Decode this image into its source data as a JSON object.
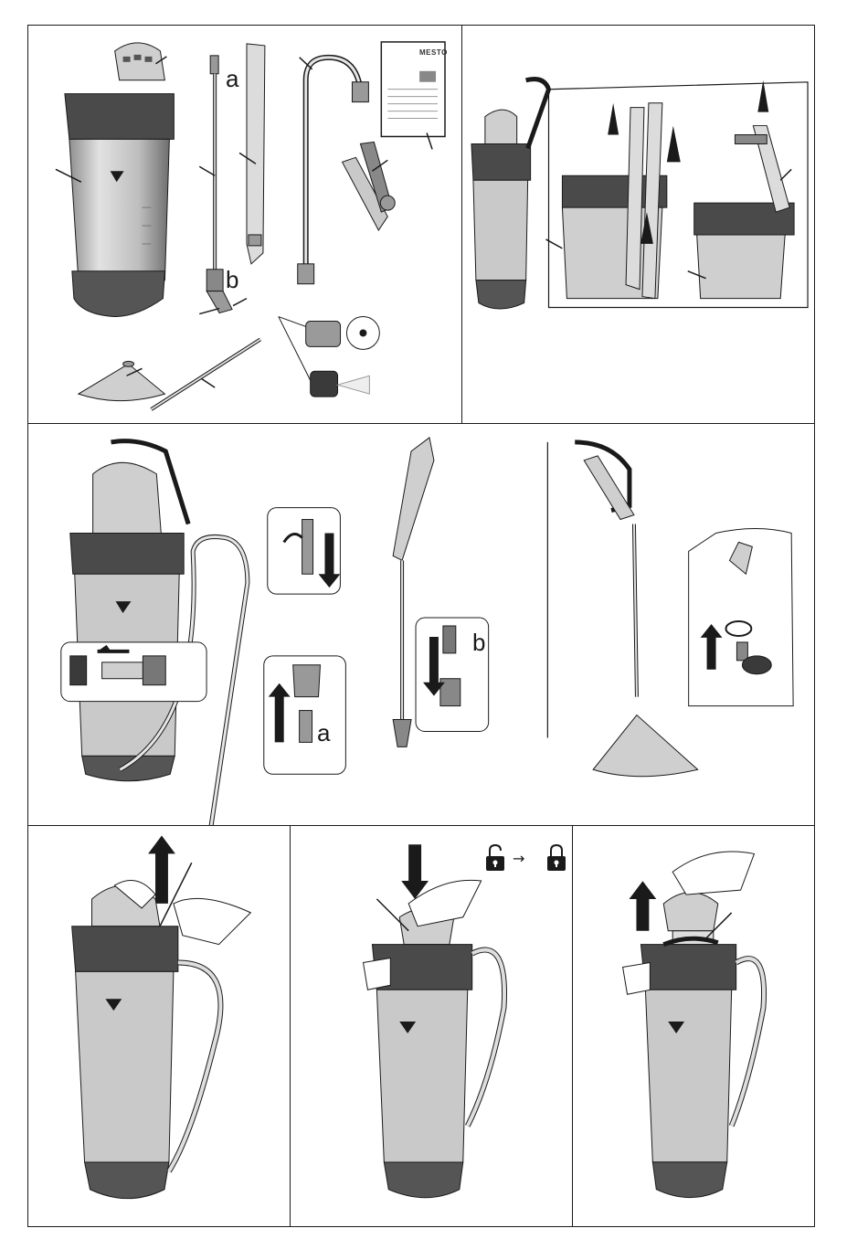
{
  "labels": {
    "lance_top": "a",
    "lance_bottom": "b",
    "connect_a": "a",
    "connect_b": "b"
  },
  "manual": {
    "brand": "MESTO"
  },
  "icons": {
    "unlocked": "padlock-open-icon",
    "locked": "padlock-closed-icon",
    "arrow": "→"
  },
  "colors": {
    "line": "#1a1a1a",
    "tank_light": "#d9d9d9",
    "tank_mid": "#a9a9a9",
    "tank_dark": "#5a5a5a",
    "band": "#3a3a3a",
    "strap": "#cfcfcf"
  }
}
